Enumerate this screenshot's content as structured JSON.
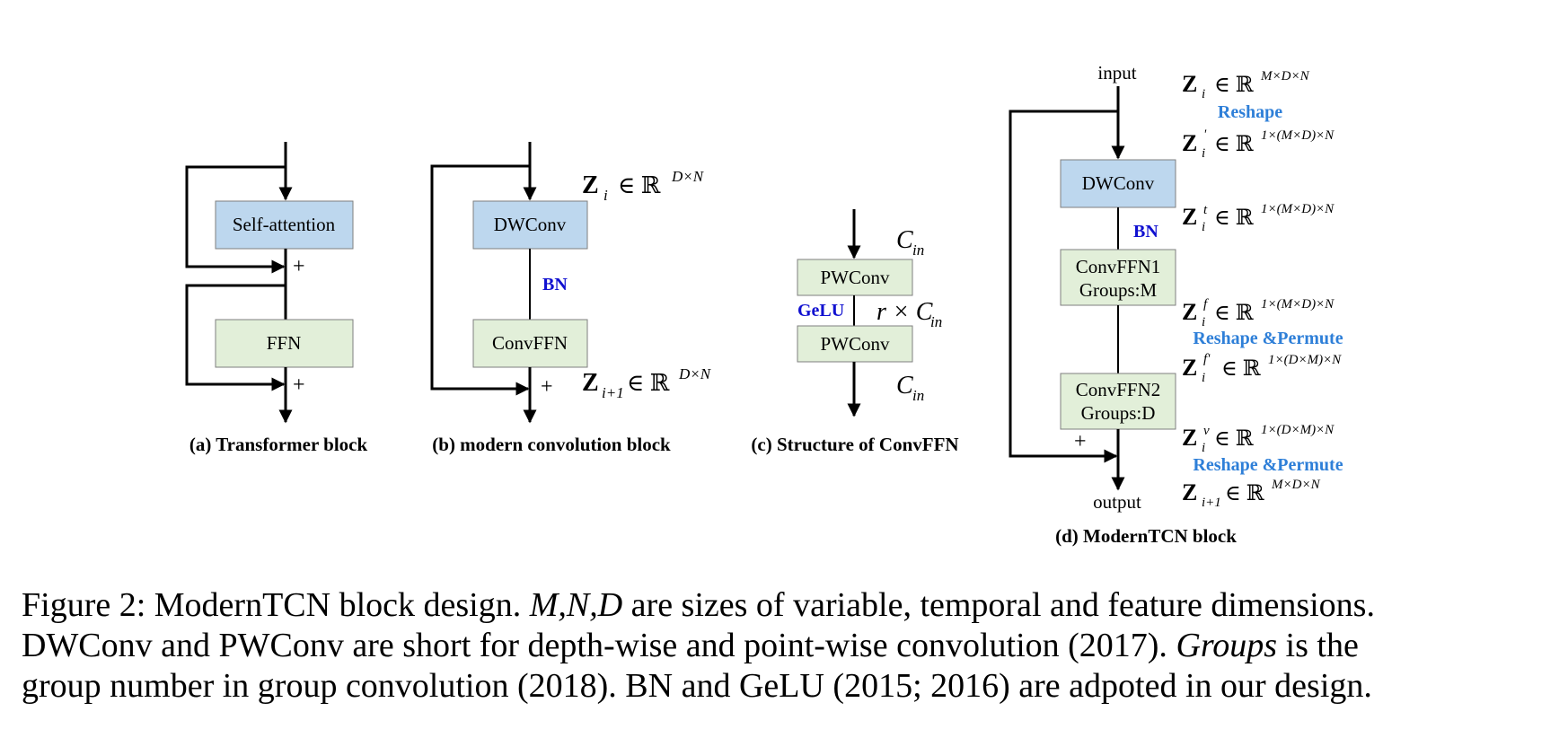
{
  "colors": {
    "blue_box": "#bdd7ee",
    "green_box": "#e2efd9",
    "box_border": "#7f7f7f",
    "bn_blue": "#1010d0",
    "label_blue": "#2e7fd8"
  },
  "panel_a": {
    "caption": "(a) Transformer block",
    "box1": "Self-attention",
    "box2": "FFN",
    "plus1": "+",
    "plus2": "+"
  },
  "panel_b": {
    "caption": "(b)  modern convolution block",
    "box1": "DWConv",
    "box2": "ConvFFN",
    "bn": "BN",
    "plus": "+",
    "z_in": {
      "base": "Z",
      "sub": "i",
      "rel": "∈ ℝ",
      "sup": "D×N"
    },
    "z_out": {
      "base": "Z",
      "sub": "i+1",
      "rel": "∈ ℝ",
      "sup": "D×N"
    }
  },
  "panel_c": {
    "caption": "(c)  Structure of ConvFFN",
    "box1": "PWConv",
    "box2": "PWConv",
    "gelu": "GeLU",
    "c_in_top": {
      "base": "C",
      "sub": "in"
    },
    "c_mid": {
      "prefix": "r × C",
      "sub": "in"
    },
    "c_in_bottom": {
      "base": "C",
      "sub": "in"
    }
  },
  "panel_d": {
    "caption": "(d)  ModernTCN block",
    "input": "input",
    "output": "output",
    "box1": "DWConv",
    "box2_line1": "ConvFFN1",
    "box2_line2": "Groups:M",
    "box3_line1": "ConvFFN2",
    "box3_line2": "Groups:D",
    "bn": "BN",
    "plus": "+",
    "reshape": "Reshape",
    "reshape_permute_1": "Reshape &Permute",
    "reshape_permute_2": "Reshape &Permute",
    "z0": {
      "base": "Z",
      "sub": "i",
      "sup_base": "",
      "rel": "∈ ℝ",
      "sup": "M×D×N"
    },
    "z1": {
      "base": "Z",
      "sub": "i",
      "sup_base": "'",
      "rel": "∈ ℝ",
      "sup": "1×(M×D)×N"
    },
    "z2": {
      "base": "Z",
      "sub": "i",
      "sup_base": "t",
      "rel": "∈ ℝ",
      "sup": "1×(M×D)×N"
    },
    "z3": {
      "base": "Z",
      "sub": "i",
      "sup_base": "f",
      "rel": "∈ ℝ",
      "sup": "1×(M×D)×N"
    },
    "z4": {
      "base": "Z",
      "sub": "i",
      "sup_base": "f'",
      "rel": "∈ ℝ",
      "sup": "1×(D×M)×N"
    },
    "z5": {
      "base": "Z",
      "sub": "i",
      "sup_base": "v",
      "rel": "∈ ℝ",
      "sup": "1×(D×M)×N"
    },
    "z6": {
      "base": "Z",
      "sub": "i+1",
      "sup_base": "",
      "rel": "∈ ℝ",
      "sup": "M×D×N"
    }
  },
  "caption": {
    "line1_prefix": "Figure 2: ModernTCN block design. ",
    "line1_math": "M,N,D",
    "line1_suffix": " are sizes of variable, temporal and feature dimensions.",
    "line2_prefix": "DWConv and PWConv are short for depth-wise and point-wise convolution (2017). ",
    "line2_math": "Groups",
    "line2_suffix": " is the",
    "line3": "group number in group convolution (2018). BN and GeLU (2015; 2016) are adpoted in our design."
  }
}
